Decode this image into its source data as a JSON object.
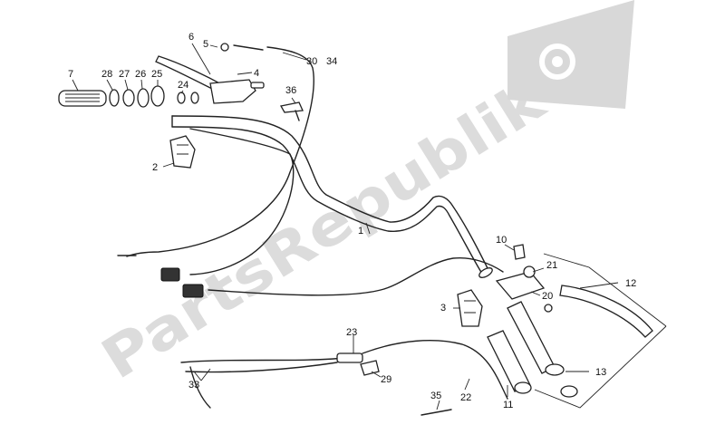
{
  "watermark": {
    "text": "PartsRepublik",
    "logo": "gear-flag-logo",
    "color": "#dcdcdc"
  },
  "callouts": [
    "1",
    "2",
    "3",
    "4",
    "5",
    "6",
    "7",
    "10",
    "11",
    "12",
    "13",
    "20",
    "21",
    "22",
    "23",
    "24",
    "25",
    "26",
    "27",
    "28",
    "29",
    "30",
    "33",
    "34",
    "35",
    "36"
  ]
}
